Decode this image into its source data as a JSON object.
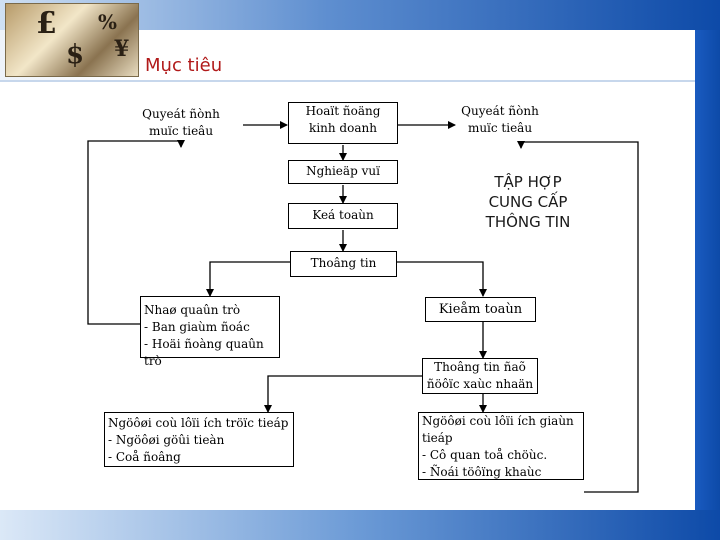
{
  "slide": {
    "title": "Mục tiêu",
    "colors": {
      "title": "#b11a1a",
      "bar": "#0d4aa8"
    },
    "logo_icon": "finance-collage-icon",
    "logo_glyphs": [
      "£",
      "%",
      "$",
      "¥"
    ]
  },
  "diagram": {
    "nodes": {
      "quyet_dinh_left": "Quyeát ñònh\nmuïc tieâu",
      "hoat_dong": "Hoaït ñoäng\nkinh doanh",
      "quyet_dinh_right": "Quyeát ñònh\nmuïc tieâu",
      "nghiep_vu": "Nghieäp vuï",
      "ke_toan": "Keá toaùn",
      "thong_tin": "Thoâng tin",
      "tap_hop": "TẬP HỢP\nCUNG CẤP\nTHÔNG TIN",
      "nha_quan_tri": "Nhaø quaûn trò\n- Ban giaùm ñoác\n- Hoäi ñoàng quaûn trò",
      "kiem_toan": "Kieåm toaùn",
      "thong_tin_da": "Thoâng tin ñaõ\nñöôïc xaùc nhaän",
      "loi_ich_truc_tiep": "Ngöôøi coù lôïi ích tröïc tieáp\n- Ngöôøi göûi tieàn\n- Coå ñoâng",
      "loi_ich_gian_tiep": "Ngöôøi coù lôïi ích giaùn\ntieáp\n- Cô quan toå chöùc.\n- Ñoái töôïng khaùc"
    }
  }
}
